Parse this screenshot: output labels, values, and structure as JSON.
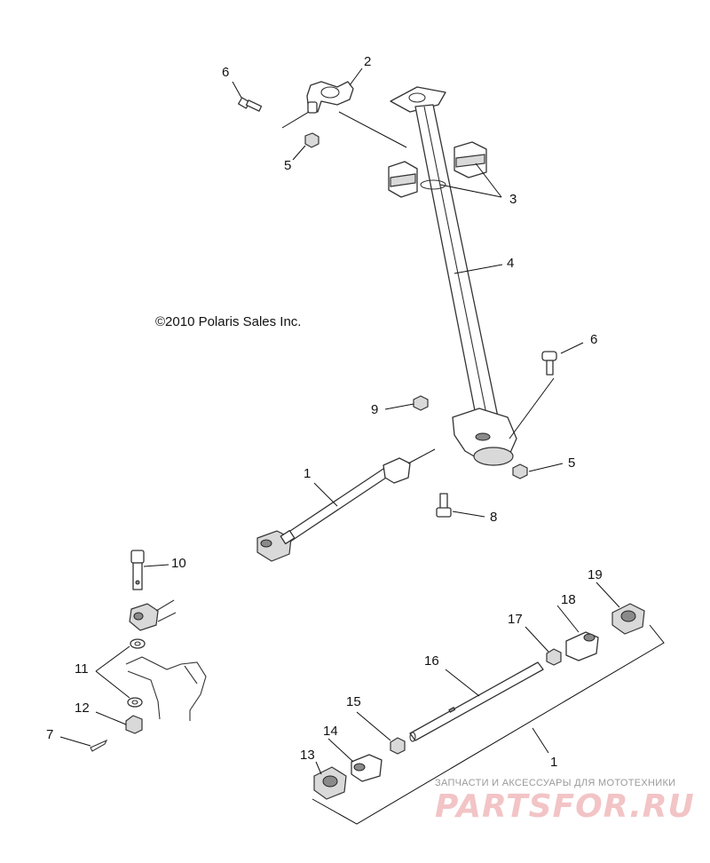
{
  "copyright": "©2010 Polaris Sales Inc.",
  "callouts": [
    {
      "id": "2",
      "text": "2"
    },
    {
      "id": "6a",
      "text": "6"
    },
    {
      "id": "5a",
      "text": "5"
    },
    {
      "id": "3",
      "text": "3"
    },
    {
      "id": "4",
      "text": "4"
    },
    {
      "id": "6b",
      "text": "6"
    },
    {
      "id": "9",
      "text": "9"
    },
    {
      "id": "5b",
      "text": "5"
    },
    {
      "id": "1a",
      "text": "1"
    },
    {
      "id": "8",
      "text": "8"
    },
    {
      "id": "10",
      "text": "10"
    },
    {
      "id": "19",
      "text": "19"
    },
    {
      "id": "18",
      "text": "18"
    },
    {
      "id": "17",
      "text": "17"
    },
    {
      "id": "16",
      "text": "16"
    },
    {
      "id": "11",
      "text": "11"
    },
    {
      "id": "12",
      "text": "12"
    },
    {
      "id": "15",
      "text": "15"
    },
    {
      "id": "7",
      "text": "7"
    },
    {
      "id": "14",
      "text": "14"
    },
    {
      "id": "13",
      "text": "13"
    },
    {
      "id": "1b",
      "text": "1"
    }
  ],
  "watermark": {
    "tagline": "ЗАПЧАСТИ И АКСЕССУАРЫ ДЛЯ МОТОТЕХНИКИ",
    "logo": "PARTSFOR.RU"
  }
}
